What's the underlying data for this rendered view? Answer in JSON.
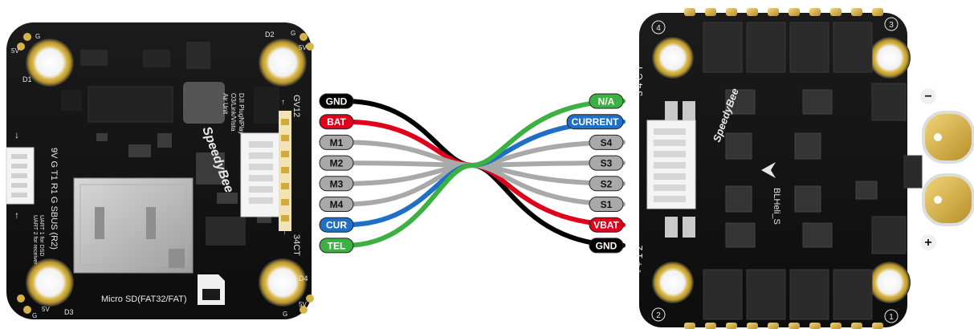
{
  "diagram": {
    "left_wires": [
      {
        "label": "GND",
        "color": "#000000",
        "text_color": "#ffffff"
      },
      {
        "label": "BAT",
        "color": "#e0001b",
        "text_color": "#ffffff"
      },
      {
        "label": "M1",
        "color": "#a9a9a9",
        "text_color": "#111111"
      },
      {
        "label": "M2",
        "color": "#a9a9a9",
        "text_color": "#111111"
      },
      {
        "label": "M3",
        "color": "#a9a9a9",
        "text_color": "#111111"
      },
      {
        "label": "M4",
        "color": "#a9a9a9",
        "text_color": "#111111"
      },
      {
        "label": "CUR",
        "color": "#1f6fc4",
        "text_color": "#ffffff"
      },
      {
        "label": "TEL",
        "color": "#3cb043",
        "text_color": "#ffffff"
      }
    ],
    "right_wires": [
      {
        "label": "N/A",
        "color": "#3cb043",
        "text_color": "#ffffff"
      },
      {
        "label": "CURRENT",
        "color": "#1f6fc4",
        "text_color": "#ffffff"
      },
      {
        "label": "S4",
        "color": "#a9a9a9",
        "text_color": "#111111"
      },
      {
        "label": "S3",
        "color": "#a9a9a9",
        "text_color": "#111111"
      },
      {
        "label": "S2",
        "color": "#a9a9a9",
        "text_color": "#111111"
      },
      {
        "label": "S1",
        "color": "#a9a9a9",
        "text_color": "#111111"
      },
      {
        "label": "VBAT",
        "color": "#e0001b",
        "text_color": "#ffffff"
      },
      {
        "label": "GND",
        "color": "#000000",
        "text_color": "#ffffff"
      }
    ]
  },
  "flight_controller": {
    "brand": "SpeedyBee",
    "dji_text_1": "DJI PlugNPlay",
    "dji_text_2": "O3/Link/Vista",
    "dji_text_3": "Air Unit",
    "uart_pins": "9V G T1 R1 G SBUS (R2)",
    "uart_note_1": "UART 1 for DSD",
    "uart_note_2": "UART 2 for receiver",
    "sd_label": "Micro SD(FAT32/FAT)",
    "port_top": "GV12",
    "port_bottom": "34CT",
    "led_labels": [
      "D1",
      "D2",
      "D3",
      "D4"
    ],
    "pad_labels": [
      "G",
      "5V",
      "G",
      "5V",
      "G",
      "5V",
      "G",
      "5V"
    ]
  },
  "esc": {
    "brand": "SpeedyBee",
    "firmware": "BLHeli_S",
    "label_34ct": "3 4 C T",
    "label_12": "- + 1 2",
    "motor_numbers": [
      "4",
      "3",
      "2",
      "1"
    ],
    "minus_symbol": "−",
    "plus_symbol": "+"
  }
}
